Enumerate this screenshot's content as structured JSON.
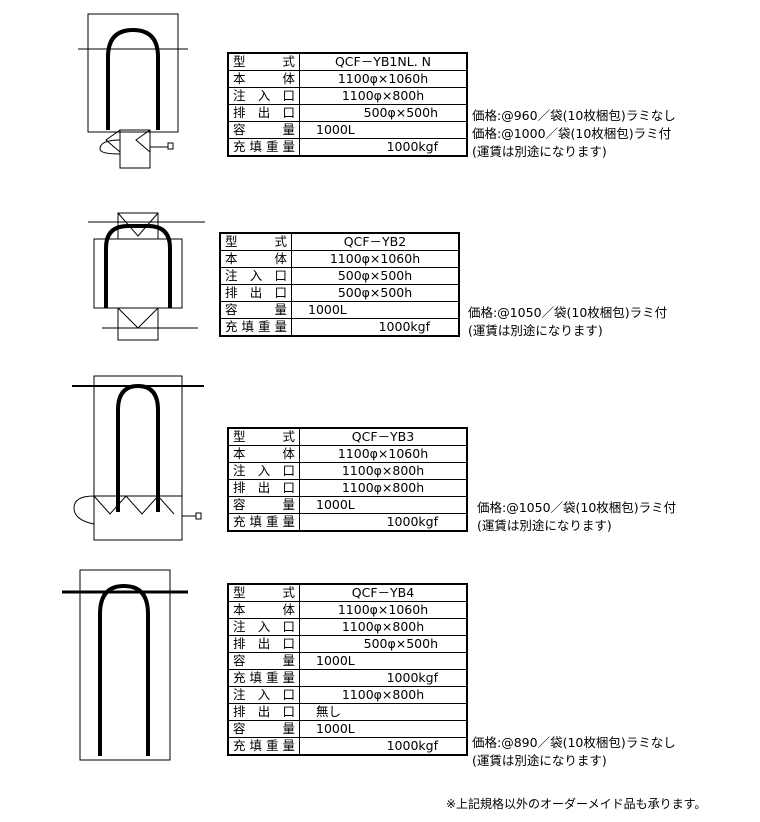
{
  "products": [
    {
      "model_label": "型　式",
      "rows": [
        {
          "label": "型　　式",
          "value": "QCF－YB1NL. N"
        },
        {
          "label": "本　　体",
          "value": "1100φ×1060h"
        },
        {
          "label": "注入口",
          "value": "1100φ×800h"
        },
        {
          "label": "排出口",
          "value": "500φ×500h"
        },
        {
          "label": "容　　量",
          "value": "1000L"
        },
        {
          "label": "充填重量",
          "value": "1000kgf"
        }
      ],
      "price_lines": [
        "価格:@960／袋(10枚梱包)ラミなし",
        "価格:@1000／袋(10枚梱包)ラミ付",
        "(運賃は別途になります)"
      ]
    },
    {
      "rows": [
        {
          "label": "型　　式",
          "value": "QCF－YB2"
        },
        {
          "label": "本　　体",
          "value": "1100φ×1060h"
        },
        {
          "label": "注入口",
          "value": "500φ×500h"
        },
        {
          "label": "排出口",
          "value": "500φ×500h"
        },
        {
          "label": "容　　量",
          "value": "1000L"
        },
        {
          "label": "充填重量",
          "value": "1000kgf"
        }
      ],
      "price_lines": [
        "価格:@1050／袋(10枚梱包)ラミ付",
        "(運賃は別途になります)"
      ]
    },
    {
      "rows": [
        {
          "label": "型　　式",
          "value": "QCF－YB3"
        },
        {
          "label": "本　　体",
          "value": "1100φ×1060h"
        },
        {
          "label": "注入口",
          "value": "1100φ×800h"
        },
        {
          "label": "排出口",
          "value": "1100φ×800h"
        },
        {
          "label": "容　　量",
          "value": "1000L"
        },
        {
          "label": "充填重量",
          "value": "1000kgf"
        }
      ],
      "price_lines": [
        "価格:@1050／袋(10枚梱包)ラミ付",
        "(運賃は別途になります)"
      ]
    },
    {
      "rows": [
        {
          "label": "型　　式",
          "value": "QCF－YB4"
        },
        {
          "label": "本　　体",
          "value": "1100φ×1060h"
        },
        {
          "label": "注入口",
          "value": "1100φ×800h"
        },
        {
          "label": "排出口",
          "value": "500φ×500h"
        },
        {
          "label": "容　　量",
          "value": "1000L"
        },
        {
          "label": "充填重量",
          "value": "1000kgf"
        },
        {
          "label": "注入口",
          "value": "1100φ×800h"
        },
        {
          "label": "排出口",
          "value": "無し"
        },
        {
          "label": "容　　量",
          "value": "1000L"
        },
        {
          "label": "充填重量",
          "value": "1000kgf"
        }
      ],
      "price_lines": [
        "価格:@890／袋(10枚梱包)ラミなし",
        "(運賃は別途になります)"
      ]
    }
  ],
  "footnote": "※上記規格以外のオーダーメイド品も承ります。"
}
